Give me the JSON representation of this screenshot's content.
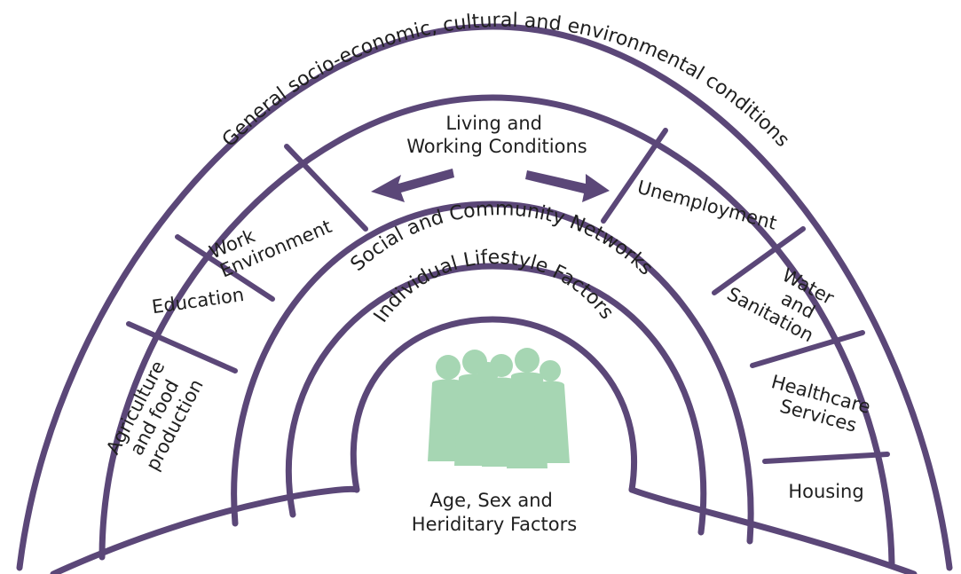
{
  "diagram": {
    "outer_layer": "General socio-economic, cultural and environmental conditions",
    "living_working_title": [
      "Living and",
      "Working Conditions"
    ],
    "sectors": {
      "work_environment": [
        "Work",
        "Environment"
      ],
      "education": [
        "Education"
      ],
      "agriculture": [
        "Agriculture",
        "and food",
        "production"
      ],
      "unemployment": [
        "Unemployment"
      ],
      "water": [
        "Water",
        "and",
        "Sanitation"
      ],
      "healthcare": [
        "Healthcare",
        "Services"
      ],
      "housing": [
        "Housing"
      ]
    },
    "social_layer": "Social and Community Networks",
    "lifestyle_layer": "Individual Lifestyle Factors",
    "core": [
      "Age, Sex and",
      "Heriditary Factors"
    ],
    "colors": {
      "stroke": "#5b4778",
      "figures": "#a6d6b3"
    }
  }
}
